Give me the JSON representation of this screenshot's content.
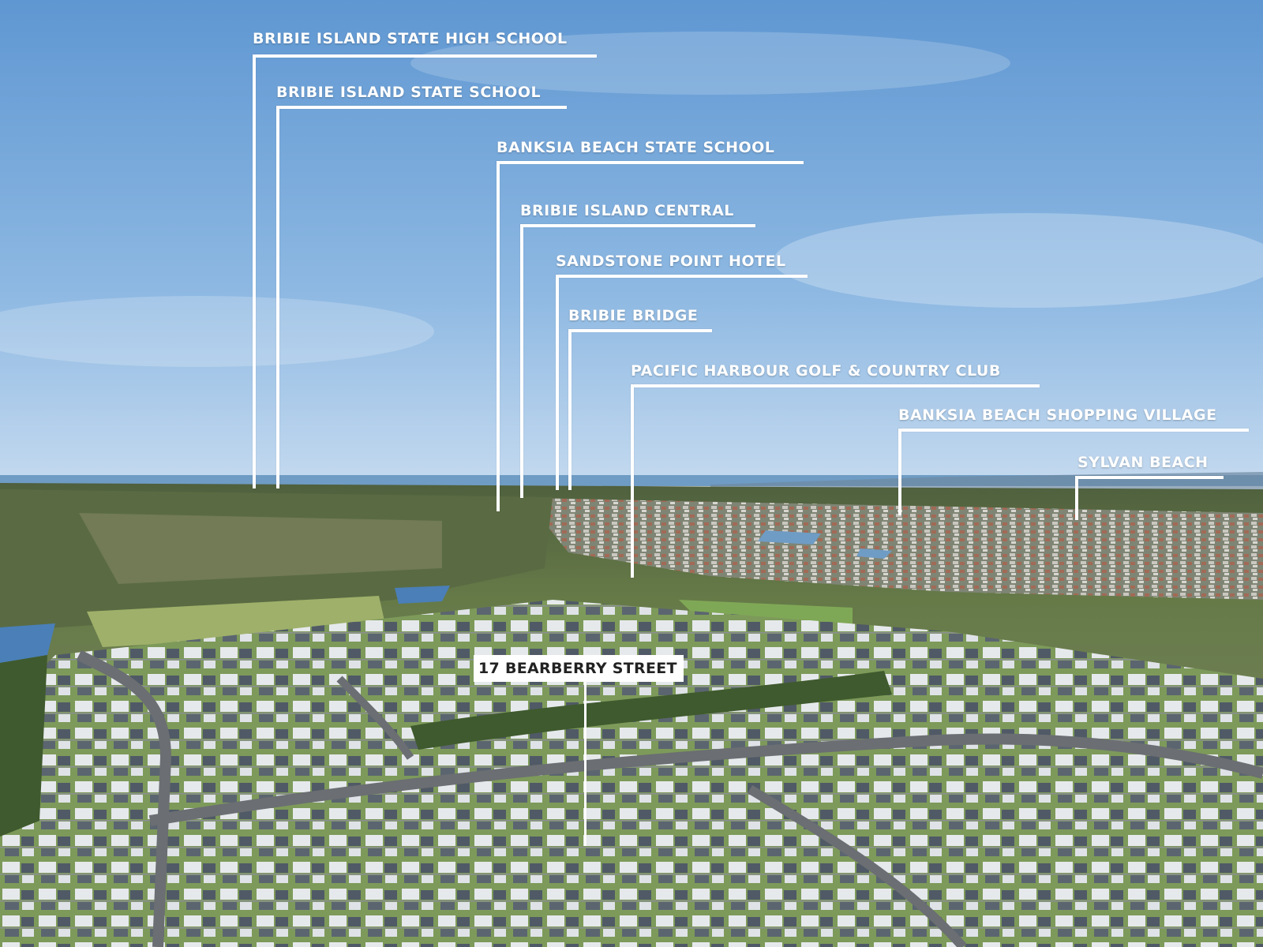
{
  "photo": {
    "colors": {
      "sky_top": "#6fa3d8",
      "sky_bottom": "#b9d3ec",
      "sea": "#6f9cc4",
      "land_far": "#5c6f45",
      "land_mid": "#6a7a4b",
      "suburb": "#8a8f82",
      "grass": "#7ba353",
      "roof_dark": "#4b5560",
      "roof_light": "#e8ebee",
      "road": "#6b6e72"
    }
  },
  "annotations": [
    {
      "id": "bribie-island-state-high-school",
      "text": "BRIBIE ISLAND STATE HIGH SCHOOL"
    },
    {
      "id": "bribie-island-state-school",
      "text": "BRIBIE ISLAND STATE SCHOOL"
    },
    {
      "id": "banksia-beach-state-school",
      "text": "BANKSIA BEACH STATE SCHOOL"
    },
    {
      "id": "bribie-island-central",
      "text": "BRIBIE ISLAND CENTRAL"
    },
    {
      "id": "sandstone-point-hotel",
      "text": "SANDSTONE POINT HOTEL"
    },
    {
      "id": "bribie-bridge",
      "text": "BRIBIE BRIDGE"
    },
    {
      "id": "pacific-harbour",
      "text": "PACIFIC HARBOUR GOLF & COUNTRY CLUB"
    },
    {
      "id": "banksia-beach-shopping-village",
      "text": "BANKSIA BEACH SHOPPING VILLAGE"
    },
    {
      "id": "sylvan-beach",
      "text": "SYLVAN BEACH"
    }
  ],
  "property_pin": {
    "text": "17 BEARBERRY STREET"
  }
}
